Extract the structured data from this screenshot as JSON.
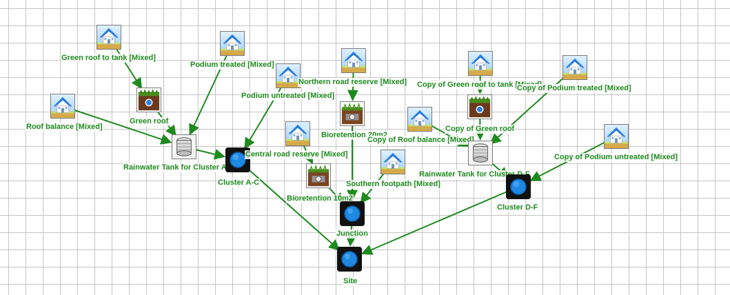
{
  "diagram": {
    "edge_color": "#1d8a1d",
    "nodes": [
      {
        "id": "green_roof_to_tank",
        "label": "Green roof to tank [Mixed]",
        "icon": "house-icon"
      },
      {
        "id": "podium_treated",
        "label": "Podium treated [Mixed]",
        "icon": "house-icon"
      },
      {
        "id": "roof_balance",
        "label": "Roof balance [Mixed]",
        "icon": "house-icon"
      },
      {
        "id": "green_roof",
        "label": "Green roof",
        "icon": "green-roof-icon"
      },
      {
        "id": "rainwater_tank_ac",
        "label": "Rainwater Tank for Cluster A-C",
        "icon": "tank-icon"
      },
      {
        "id": "podium_untreated",
        "label": "Podium untreated [Mixed]",
        "icon": "house-icon"
      },
      {
        "id": "cluster_ac",
        "label": "Cluster A-C",
        "icon": "junction-icon"
      },
      {
        "id": "northern_road_reserve",
        "label": "Northern road reserve [Mixed]",
        "icon": "house-icon"
      },
      {
        "id": "bioretention_20m2",
        "label": "Bioretention 20m2",
        "icon": "bioretention-icon"
      },
      {
        "id": "central_road_reserve",
        "label": "Central road reserve [Mixed]",
        "icon": "house-icon"
      },
      {
        "id": "bioretention_10m2",
        "label": "Bioretention 10m2",
        "icon": "bioretention-icon"
      },
      {
        "id": "southern_footpath",
        "label": "Southern footpath [Mixed]",
        "icon": "house-icon"
      },
      {
        "id": "junction",
        "label": "Junction",
        "icon": "junction-icon"
      },
      {
        "id": "site",
        "label": "Site",
        "icon": "junction-icon"
      },
      {
        "id": "copy_green_roof_to_tank",
        "label": "Copy of Green roof to tank [Mixed]",
        "icon": "house-icon"
      },
      {
        "id": "copy_podium_treated",
        "label": "Copy of Podium treated [Mixed]",
        "icon": "house-icon"
      },
      {
        "id": "copy_roof_balance",
        "label": "Copy of Roof balance [Mixed]",
        "icon": "house-icon"
      },
      {
        "id": "copy_green_roof",
        "label": "Copy of Green roof",
        "icon": "green-roof-icon"
      },
      {
        "id": "rainwater_tank_df",
        "label": "Rainwater Tank for Cluster D-F",
        "icon": "tank-icon"
      },
      {
        "id": "copy_podium_untreated",
        "label": "Copy of Podium untreated [Mixed]",
        "icon": "house-icon"
      },
      {
        "id": "cluster_df",
        "label": "Cluster D-F",
        "icon": "junction-icon"
      }
    ],
    "edges": [
      [
        "green_roof_to_tank",
        "green_roof"
      ],
      [
        "green_roof",
        "rainwater_tank_ac"
      ],
      [
        "roof_balance",
        "rainwater_tank_ac"
      ],
      [
        "podium_treated",
        "rainwater_tank_ac"
      ],
      [
        "rainwater_tank_ac",
        "cluster_ac"
      ],
      [
        "podium_untreated",
        "cluster_ac"
      ],
      [
        "cluster_ac",
        "site"
      ],
      [
        "northern_road_reserve",
        "bioretention_20m2"
      ],
      [
        "bioretention_20m2",
        "junction"
      ],
      [
        "central_road_reserve",
        "bioretention_10m2"
      ],
      [
        "bioretention_10m2",
        "junction"
      ],
      [
        "southern_footpath",
        "junction"
      ],
      [
        "junction",
        "site"
      ],
      [
        "copy_green_roof_to_tank",
        "copy_green_roof"
      ],
      [
        "copy_green_roof",
        "rainwater_tank_df"
      ],
      [
        "copy_roof_balance",
        "rainwater_tank_df"
      ],
      [
        "copy_podium_treated",
        "rainwater_tank_df"
      ],
      [
        "rainwater_tank_df",
        "cluster_df"
      ],
      [
        "copy_podium_untreated",
        "cluster_df"
      ],
      [
        "cluster_df",
        "site"
      ]
    ]
  }
}
